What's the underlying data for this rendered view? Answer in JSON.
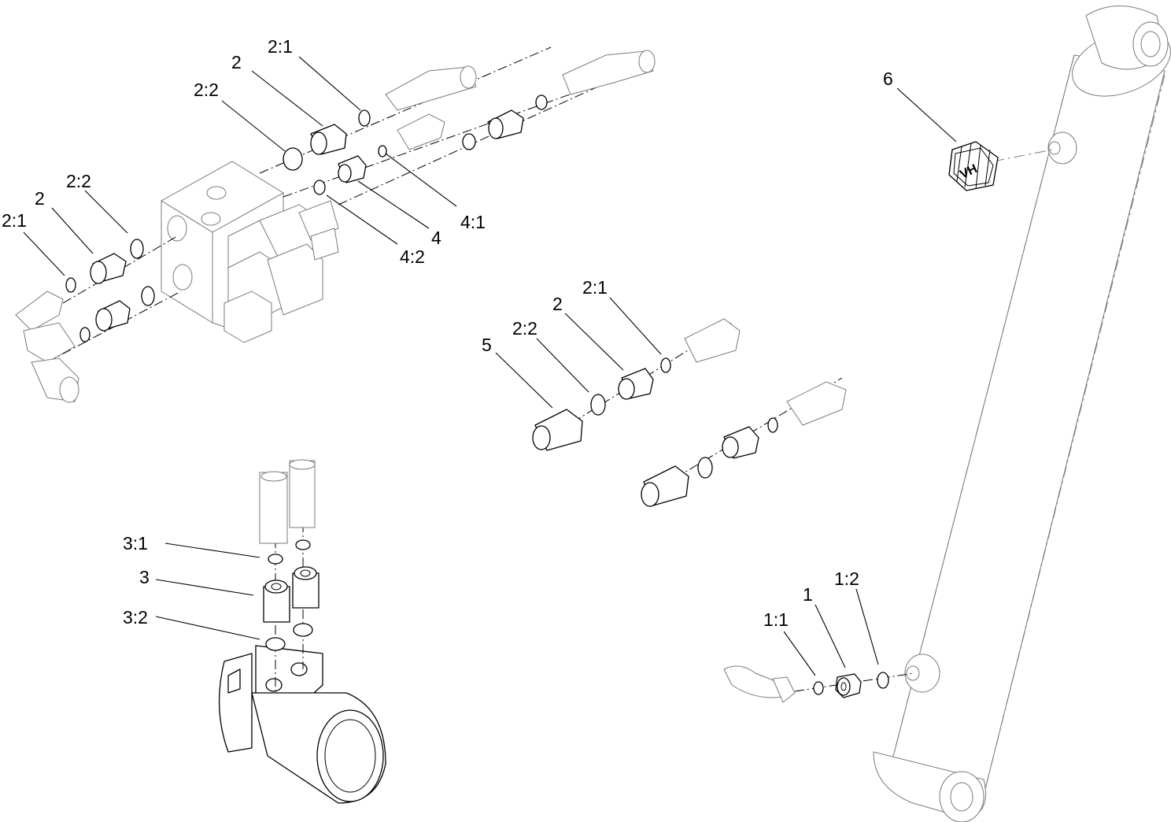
{
  "callouts": [
    {
      "id": "c-2-1-top",
      "label": "2:1"
    },
    {
      "id": "c-2-top",
      "label": "2"
    },
    {
      "id": "c-2-2-top",
      "label": "2:2"
    },
    {
      "id": "c-4-1",
      "label": "4:1"
    },
    {
      "id": "c-4",
      "label": "4"
    },
    {
      "id": "c-4-2",
      "label": "4:2"
    },
    {
      "id": "c-2-2-left",
      "label": "2:2"
    },
    {
      "id": "c-2-left",
      "label": "2"
    },
    {
      "id": "c-2-1-left",
      "label": "2:1"
    },
    {
      "id": "c-6",
      "label": "6"
    },
    {
      "id": "c-2-1-mid",
      "label": "2:1"
    },
    {
      "id": "c-2-mid",
      "label": "2"
    },
    {
      "id": "c-2-2-mid",
      "label": "2:2"
    },
    {
      "id": "c-5",
      "label": "5"
    },
    {
      "id": "c-3-1",
      "label": "3:1"
    },
    {
      "id": "c-3",
      "label": "3"
    },
    {
      "id": "c-3-2",
      "label": "3:2"
    },
    {
      "id": "c-1-2",
      "label": "1:2"
    },
    {
      "id": "c-1",
      "label": "1"
    },
    {
      "id": "c-1-1",
      "label": "1:1"
    }
  ],
  "cap_marking": "VH"
}
